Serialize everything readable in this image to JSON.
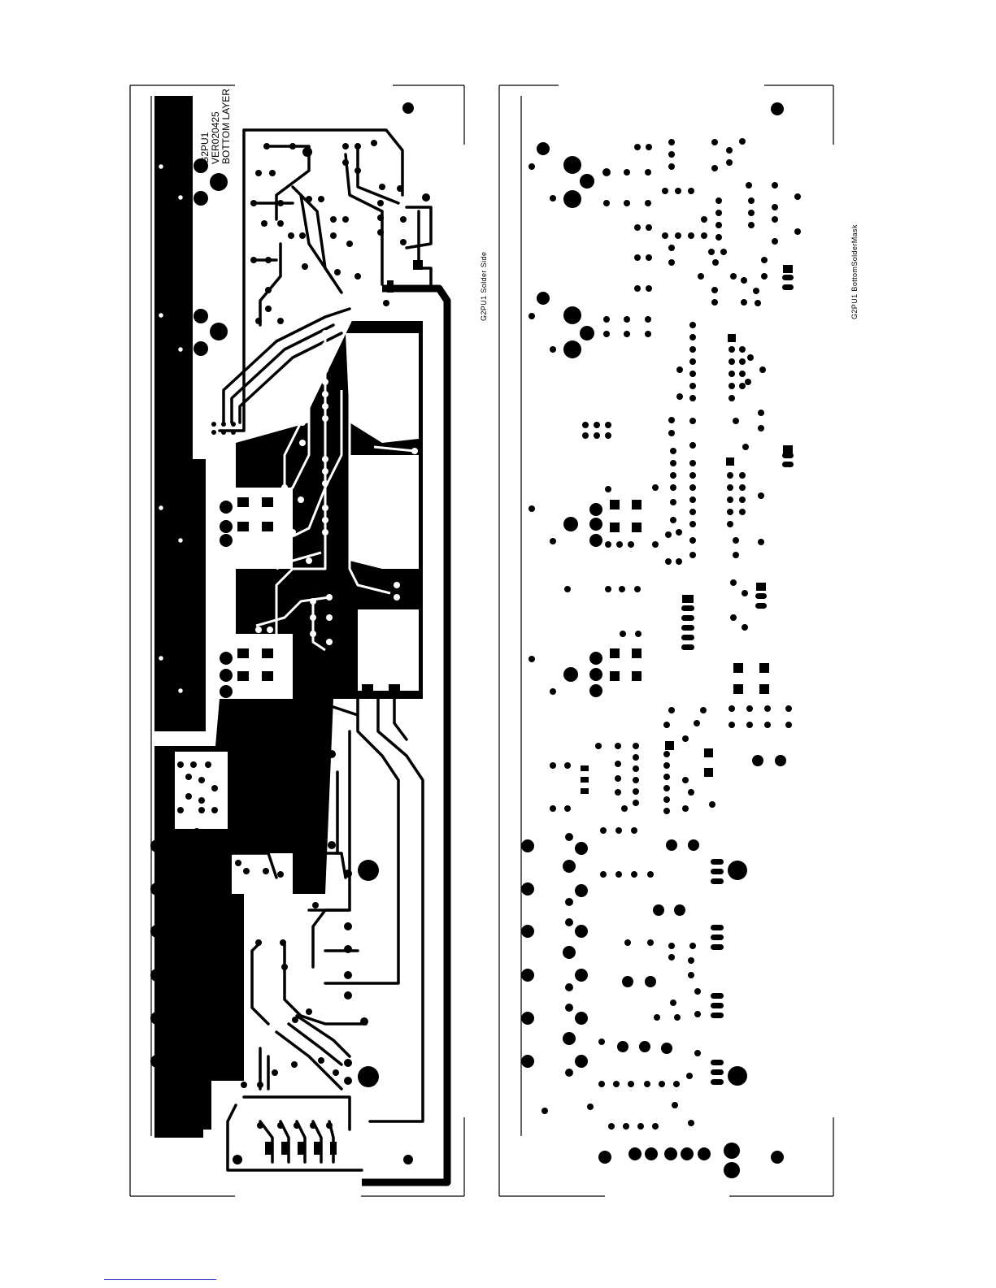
{
  "left_panel": {
    "title_lines": [
      "G2PU1",
      "VER020425",
      "BOTTOM LAYER"
    ],
    "side_label": "G2PU1  Solder  Side"
  },
  "right_panel": {
    "side_label": "G2PU1  BottomSolderMask"
  },
  "colors": {
    "copper": "#000000",
    "board": "#ffffff",
    "footer_link": "#3b4bd0"
  }
}
